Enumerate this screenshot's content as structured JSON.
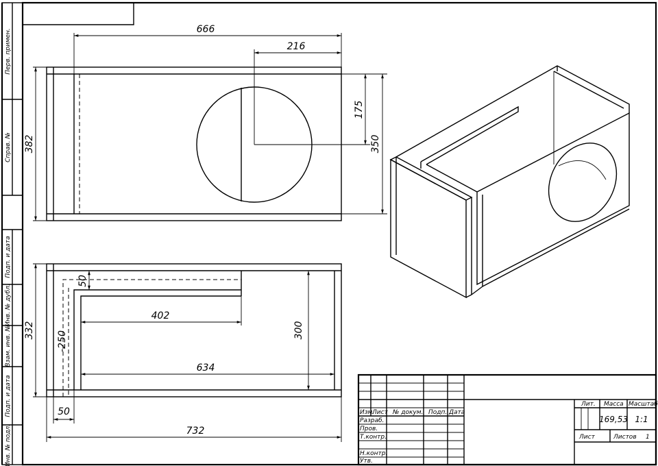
{
  "dimensions": {
    "top_width": "666",
    "top_hole_offset": "216",
    "top_height": "382",
    "top_hole_center": "175",
    "top_inner_height": "350",
    "front_inner_depth": "50",
    "front_inner_402": "402",
    "front_inner_250": "-250",
    "front_height": "332",
    "front_inner_300": "300",
    "front_inner_634": "634",
    "front_offset_50": "50",
    "front_width": "732"
  },
  "side_labels": {
    "perv_primen": "Перв. примен.",
    "sprav_no": "Справ. №",
    "podp_data_1": "Подп. и дата",
    "inv_dubl": "Инв. № дубл.",
    "vzam_inv": "Взам. инв. №",
    "podp_data_2": "Подп. и дата",
    "inv_podl": "Инв. № подл."
  },
  "title_block": {
    "izm": "Изм.",
    "list": "Лист",
    "doc_no": "№ докум.",
    "podp": "Подп.",
    "data": "Дата",
    "razrab": "Разраб.",
    "prov": "Пров.",
    "tkontr": "Т.контр.",
    "nkontr": "Н.контр.",
    "utv": "Утв.",
    "lit": "Лит.",
    "massa": "Масса",
    "masshtab": "Масштаб",
    "massa_value": "169,53",
    "masshtab_value": "1:1",
    "list_label": "Лист",
    "listov_label": "Листов",
    "listov_value": "1"
  }
}
